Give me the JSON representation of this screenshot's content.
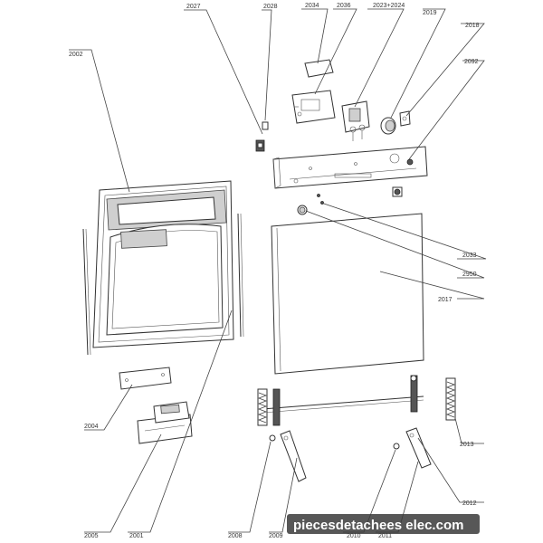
{
  "diagram": {
    "labels": {
      "l2027": "2027",
      "l2028": "2028",
      "l2034": "2034",
      "l2036": "2036",
      "l2023": "2023+2024",
      "l2019": "2019",
      "l2018": "2018",
      "l2002": "2002",
      "l2092": "2092",
      "l2033": "2033",
      "l2950": "2950",
      "l2017": "2017",
      "l2004": "2004",
      "l2013": "2013",
      "l2012": "2012",
      "l2005": "2005",
      "l2001": "2001",
      "l2008": "2008",
      "l2009": "2009",
      "l2010": "2010",
      "l2011": "2011"
    },
    "watermark": "piecesdetachees elec.com"
  },
  "colors": {
    "ink": "#333333",
    "watermark_bg": "#3a3a3a"
  }
}
